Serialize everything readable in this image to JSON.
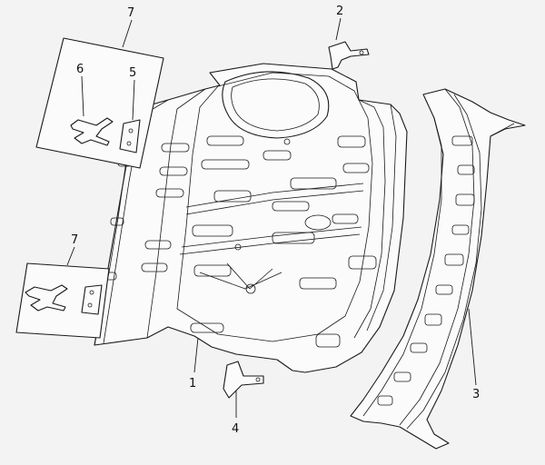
{
  "diagram": {
    "callouts": [
      {
        "id": "part-1",
        "label": "1"
      },
      {
        "id": "part-2",
        "label": "2"
      },
      {
        "id": "part-3",
        "label": "3"
      },
      {
        "id": "part-4",
        "label": "4"
      },
      {
        "id": "part-5",
        "label": "5"
      },
      {
        "id": "part-6",
        "label": "6"
      },
      {
        "id": "group-7-top",
        "label": "7"
      },
      {
        "id": "group-7-bottom",
        "label": "7"
      }
    ],
    "colors": {
      "line": "#1a1a1a",
      "background": "#f3f3f3",
      "watermark": "#9aa0a6"
    }
  }
}
